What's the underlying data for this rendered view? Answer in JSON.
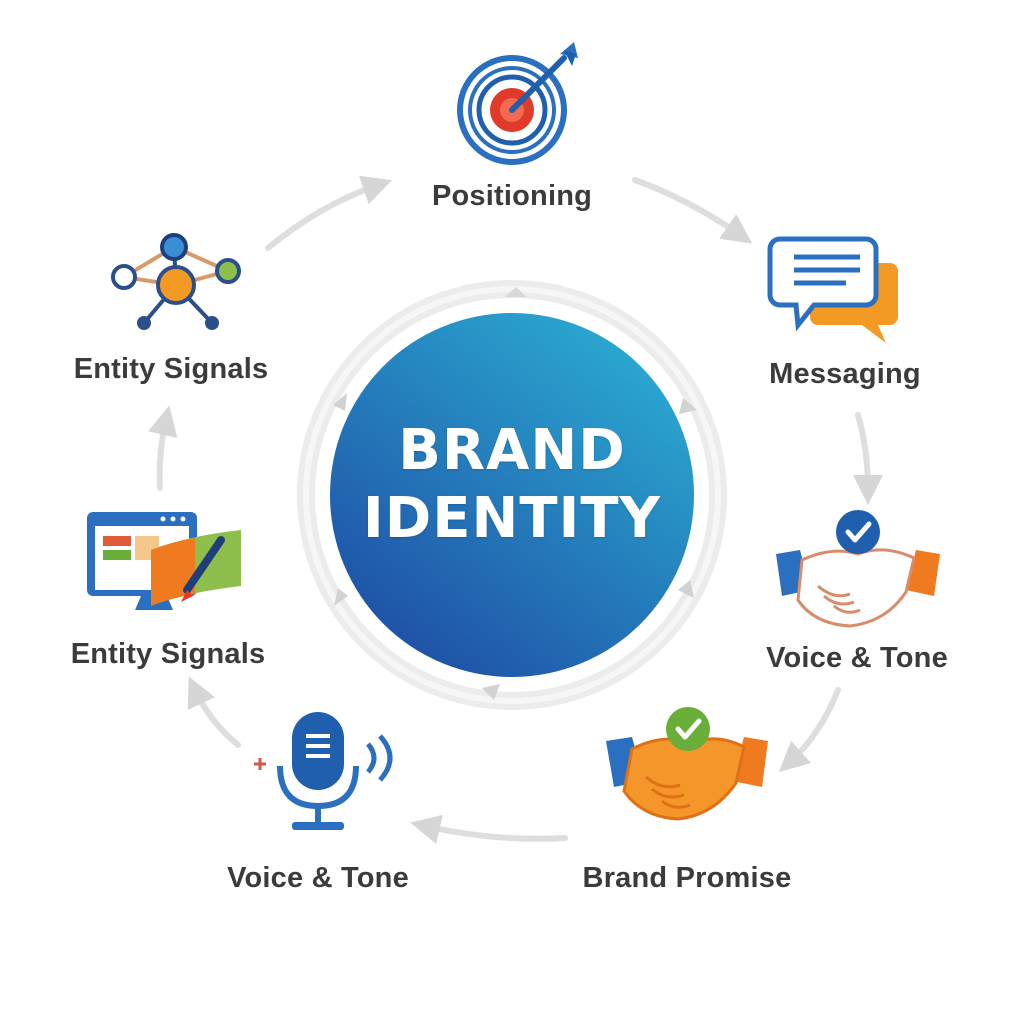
{
  "center": {
    "line1": "BRAND",
    "line2": "IDENTITY"
  },
  "nodes": [
    {
      "label": "Positioning",
      "icon": "target-icon"
    },
    {
      "label": "Messaging",
      "icon": "chat-bubbles-icon"
    },
    {
      "label": "Voice & Tone",
      "icon": "handshake-check-icon"
    },
    {
      "label": "Brand Promise",
      "icon": "handshake-check-icon"
    },
    {
      "label": "Voice & Tone",
      "icon": "microphone-icon"
    },
    {
      "label": "Entity Signals",
      "icon": "design-monitor-icon"
    },
    {
      "label": "Entity Signals",
      "icon": "network-nodes-icon"
    }
  ],
  "colors": {
    "center_light": "#2aa8d0",
    "center_dark": "#1f55a8",
    "ring": "#e8e8e8",
    "arrow": "#dcdcdc",
    "label": "#3b3b3b",
    "blue": "#2a6fc0",
    "orange": "#f08a1e",
    "green": "#6aae3a",
    "red": "#e03a2a"
  }
}
